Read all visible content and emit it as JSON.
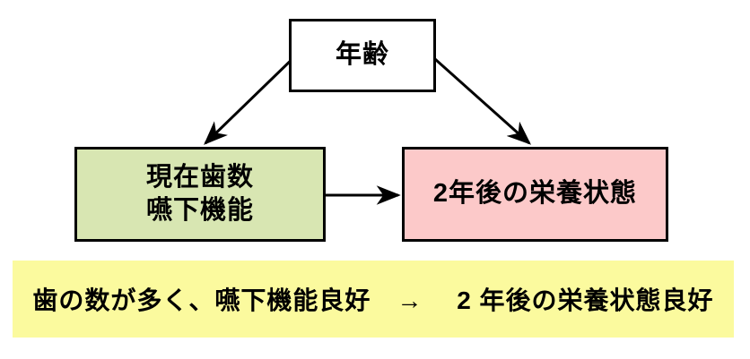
{
  "diagram": {
    "nodes": {
      "age": {
        "label": "年齢",
        "fill": "#ffffff"
      },
      "teeth_swallow": {
        "line1": "現在歯数",
        "line2": "嚥下機能",
        "fill": "#d8e6b2"
      },
      "nutrition": {
        "label": "2年後の栄養状態",
        "fill": "#fcc9c9"
      }
    },
    "banner": {
      "text": "歯の数が多く、嚥下機能良好　→　 2 年後の栄養状態良好",
      "fill": "#fbfa9e"
    },
    "arrow_color": "#000000"
  }
}
